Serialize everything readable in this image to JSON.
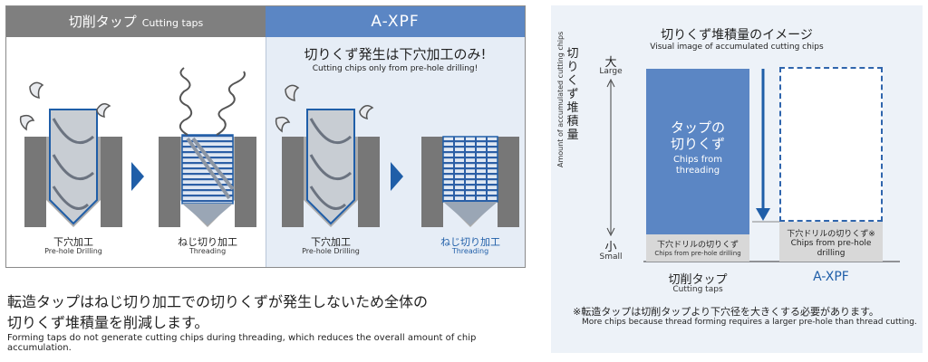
{
  "left": {
    "header_left_jp": "切削タップ",
    "header_left_en": "Cutting taps",
    "header_right": "A-XPF",
    "promo_jp": "切りくず発生は下穴加工のみ!",
    "promo_en": "Cutting chips only from pre-hole drilling!",
    "steps": [
      {
        "jp": "下穴加工",
        "en": "Pre-hole Drilling"
      },
      {
        "jp": "ねじ切り加工",
        "en": "Threading"
      },
      {
        "jp": "下穴加工",
        "en": "Pre-hole Drilling"
      },
      {
        "jp": "ねじ切り加工",
        "en": "Threading"
      }
    ]
  },
  "summary": {
    "jp_line1": "転造タップはねじ切り加工での切りくずが発生しないため全体の",
    "jp_line2": "切りくず堆積量を削減します。",
    "en": "Forming taps do not generate cutting chips during threading, which reduces the overall amount of chip accumulation."
  },
  "chart_data": {
    "type": "bar",
    "title": "切りくず堆積量のイメージ",
    "subtitle": "Visual image of accumulated cutting chips",
    "ylabel_jp": "切りくず堆積量",
    "ylabel_en": "Amount of accumulated cutting chips",
    "y_top_jp": "大",
    "y_top_en": "Large",
    "y_bottom_jp": "小",
    "y_bottom_en": "Small",
    "categories": [
      {
        "jp": "切削タップ",
        "en": "Cutting taps"
      },
      {
        "jp": "A-XPF",
        "en": ""
      }
    ],
    "segments": {
      "tap_threading_jp": "タップの\n切りくず",
      "tap_threading_en": "Chips from\nthreading",
      "tap_drill_jp": "下穴ドリルの切りくず",
      "tap_drill_en": "Chips from pre-hole drilling",
      "xpf_drill_jp": "下穴ドリルの切りくず※",
      "xpf_drill_en": "Chips from pre-hole\ndrilling"
    },
    "note_jp": "※転造タップは切削タップより下穴径を大きくする必要があります。",
    "note_en": "More chips because thread forming requires a larger pre-hole than thread cutting."
  },
  "colors": {
    "accent_blue": "#5b86c4",
    "dark_blue": "#1f5ea8",
    "gray_header": "#7f7f7f",
    "band_gray": "#d8d8d8"
  }
}
